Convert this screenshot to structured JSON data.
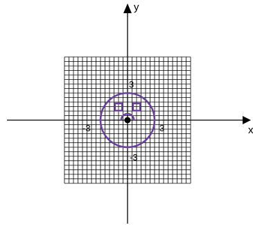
{
  "axes": {
    "x_label": "x",
    "y_label": "y",
    "x_range": [
      -7,
      7
    ],
    "y_range": [
      -7,
      7
    ],
    "grid": true
  },
  "ticks": {
    "pos_x": "3",
    "neg_x": "-3",
    "pos_y": "3",
    "neg_y": "-3"
  },
  "drawing": {
    "face_circle": {
      "center": [
        0,
        0
      ],
      "radius": 3
    },
    "left_eye_square": {
      "x_from": -1.4,
      "x_to": -0.6,
      "y_from": 1.05,
      "y_to": 1.85
    },
    "right_eye_square": {
      "x_from": 0.6,
      "x_to": 1.4,
      "y_from": 1.05,
      "y_to": 1.85
    },
    "mouth_arc": {
      "center": [
        0,
        0
      ],
      "radius": 0.7,
      "shape": "upper semicircle (frown)"
    },
    "center_dot": [
      0,
      0
    ]
  },
  "colors": {
    "drawing": "#6a3fa0",
    "grid": "#000000",
    "axes": "#000000"
  }
}
